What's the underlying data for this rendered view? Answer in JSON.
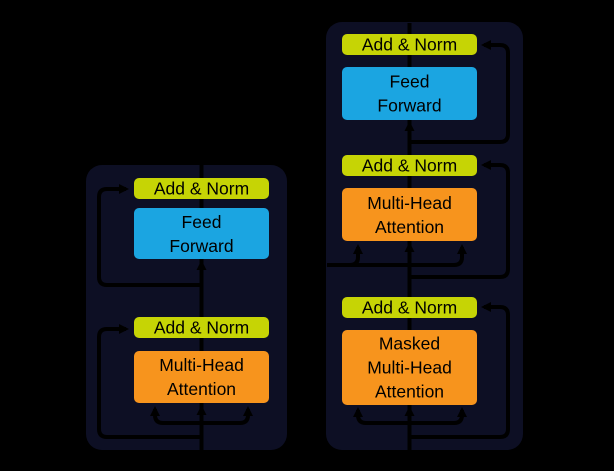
{
  "colors": {
    "background": "#000000",
    "container": "#0d0f24",
    "add_norm": "#c6d405",
    "feed_forward": "#1ba5e1",
    "attention": "#f7941d",
    "line": "#000000",
    "text": "#000000"
  },
  "encoder": {
    "blocks": [
      {
        "name": "add-norm-top",
        "label": "Add & Norm"
      },
      {
        "name": "feed-forward",
        "lines": [
          "Feed",
          "Forward"
        ]
      },
      {
        "name": "add-norm-bottom",
        "label": "Add & Norm"
      },
      {
        "name": "multi-head-attention",
        "lines": [
          "Multi-Head",
          "Attention"
        ]
      }
    ]
  },
  "decoder": {
    "blocks": [
      {
        "name": "add-norm-top",
        "label": "Add & Norm"
      },
      {
        "name": "feed-forward",
        "lines": [
          "Feed",
          "Forward"
        ]
      },
      {
        "name": "add-norm-middle",
        "label": "Add & Norm"
      },
      {
        "name": "multi-head-attention",
        "lines": [
          "Multi-Head",
          "Attention"
        ]
      },
      {
        "name": "add-norm-bottom",
        "label": "Add & Norm"
      },
      {
        "name": "masked-multi-head-attention",
        "lines": [
          "Masked",
          "Multi-Head",
          "Attention"
        ]
      }
    ]
  }
}
